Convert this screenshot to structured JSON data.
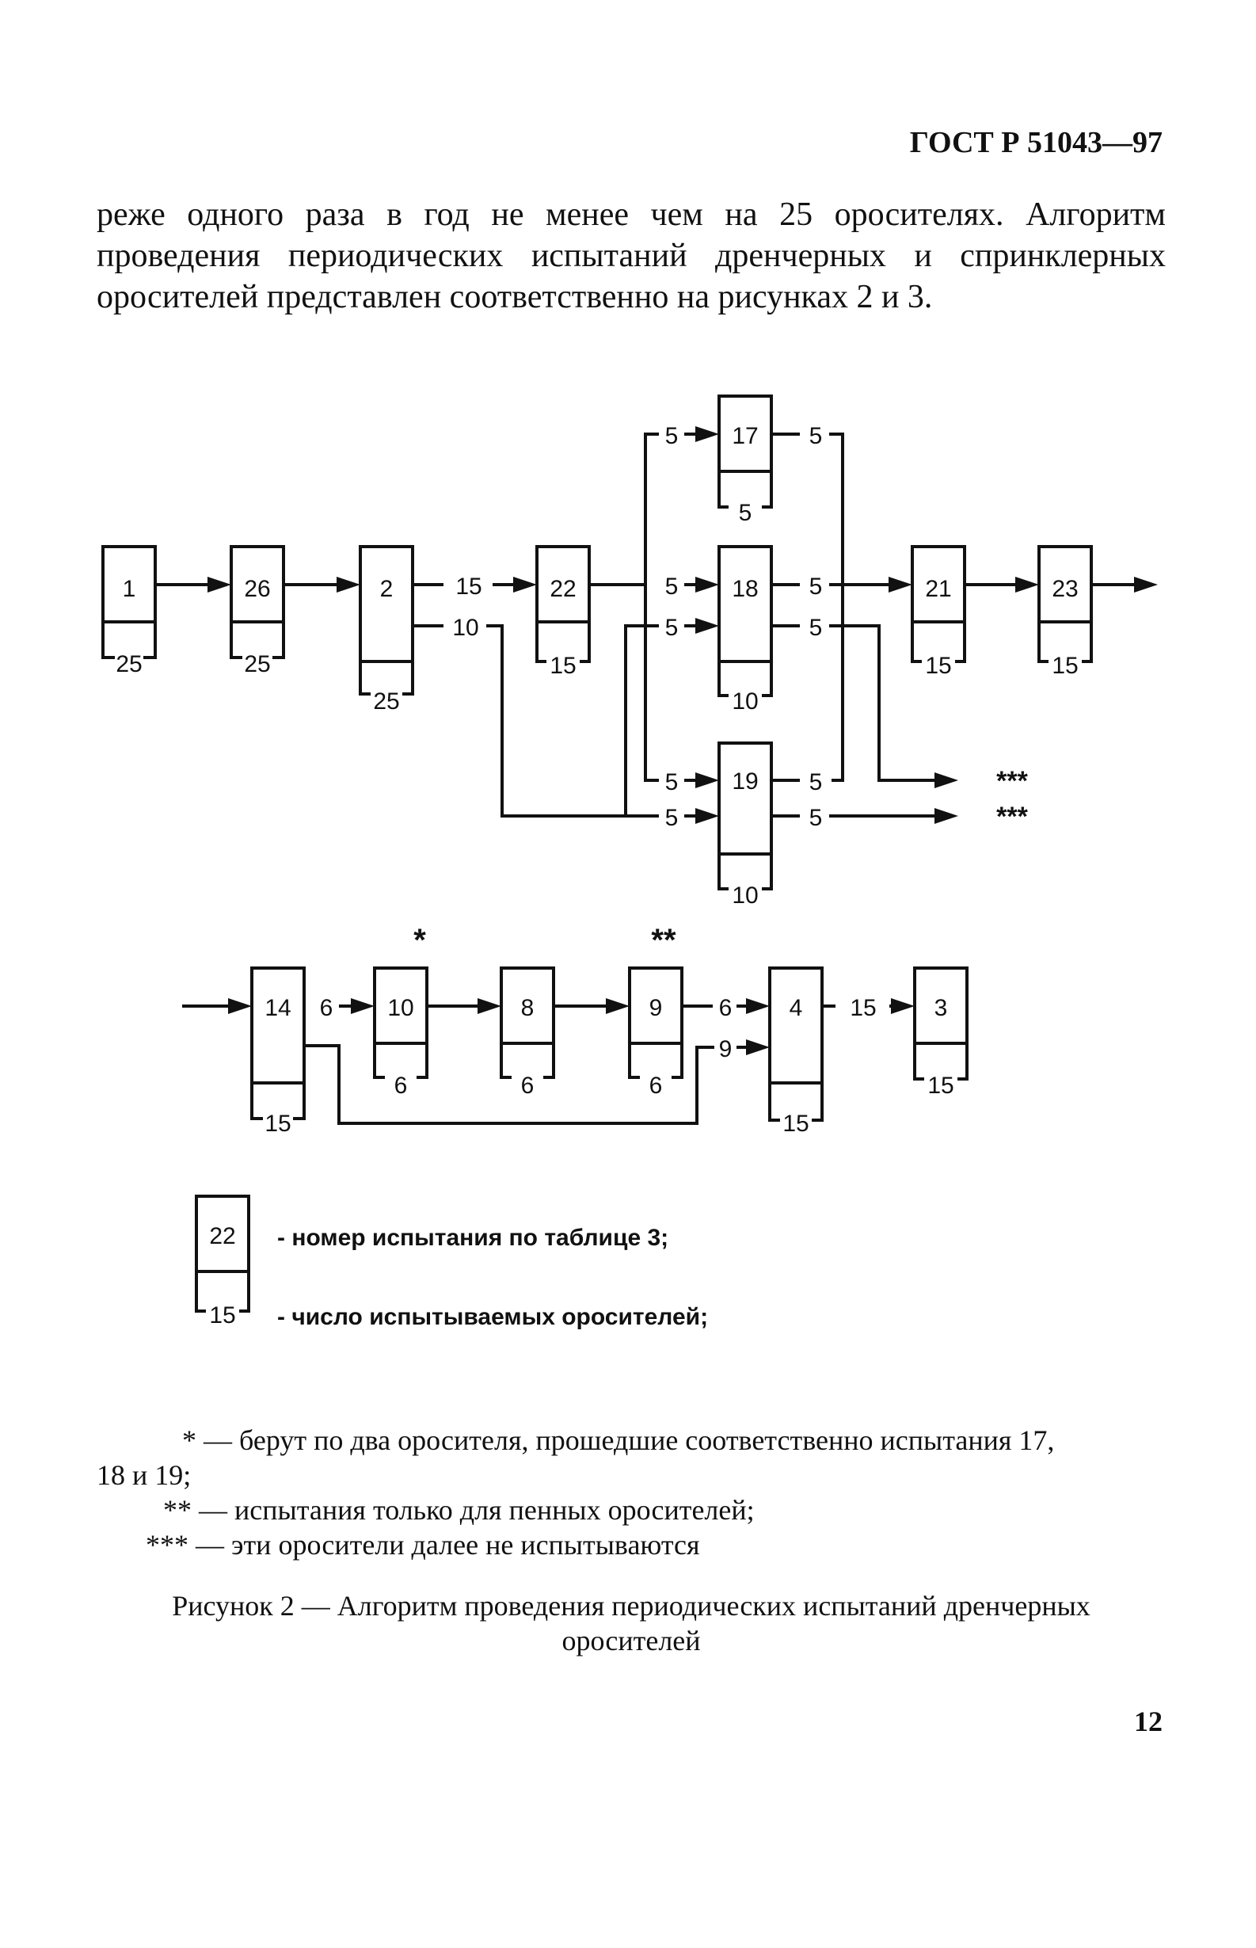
{
  "header": {
    "doc_code": "ГОСТ Р 51043—97"
  },
  "intro": {
    "line1": "реже одного раза в год не менее чем на 25 оросителях. Алгоритм",
    "line2": "проведения периодических испытаний дренчерных и спринклерных",
    "line3": "оросителей представлен соответственно на рисунках 2 и 3."
  },
  "diagram": {
    "boxes": [
      {
        "test": "1",
        "count": "25"
      },
      {
        "test": "26",
        "count": "25"
      },
      {
        "test": "2",
        "count": "25"
      },
      {
        "test": "22",
        "count": "15"
      },
      {
        "test": "17",
        "count": "5"
      },
      {
        "test": "18",
        "count": "10"
      },
      {
        "test": "19",
        "count": "10"
      },
      {
        "test": "21",
        "count": "15"
      },
      {
        "test": "23",
        "count": "15"
      },
      {
        "test": "14",
        "count": "15"
      },
      {
        "test": "10",
        "count": "6"
      },
      {
        "test": "8",
        "count": "6"
      },
      {
        "test": "9",
        "count": "6"
      },
      {
        "test": "4",
        "count": "15"
      },
      {
        "test": "3",
        "count": "15"
      }
    ],
    "flow_labels": {
      "l2_to_22": "15",
      "l2_down": "10",
      "to17": "5",
      "from17": "5",
      "to18_a": "5",
      "to18_b": "5",
      "from18_a": "5",
      "from18_b": "5",
      "to19_a": "5",
      "to19_b": "5",
      "from19_a": "5",
      "from19_b": "5",
      "l14_to_10": "6",
      "l9_to_4": "6",
      "l14_to_4": "9",
      "l4_to_3": "15"
    },
    "stars": {
      "end_a": "***",
      "end_b": "***",
      "above_10": "*",
      "above_9": "**"
    },
    "legend": {
      "box_number": "22",
      "box_count": "15",
      "number_desc": "- номер испытания по таблице 3;",
      "count_desc": "- число испытываемых оросителей;"
    }
  },
  "notes": {
    "note1_a": "* — берут по два оросителя, прошедшие соответственно испытания 17,",
    "note1_b": "18 и 19;",
    "note2": "** — испытания только для пенных оросителей;",
    "note3": "*** — эти оросители далее не испытываются"
  },
  "caption": {
    "line1": "Рисунок 2 — Алгоритм проведения периодических испытаний дренчерных",
    "line2": "оросителей"
  },
  "page_number": "12"
}
